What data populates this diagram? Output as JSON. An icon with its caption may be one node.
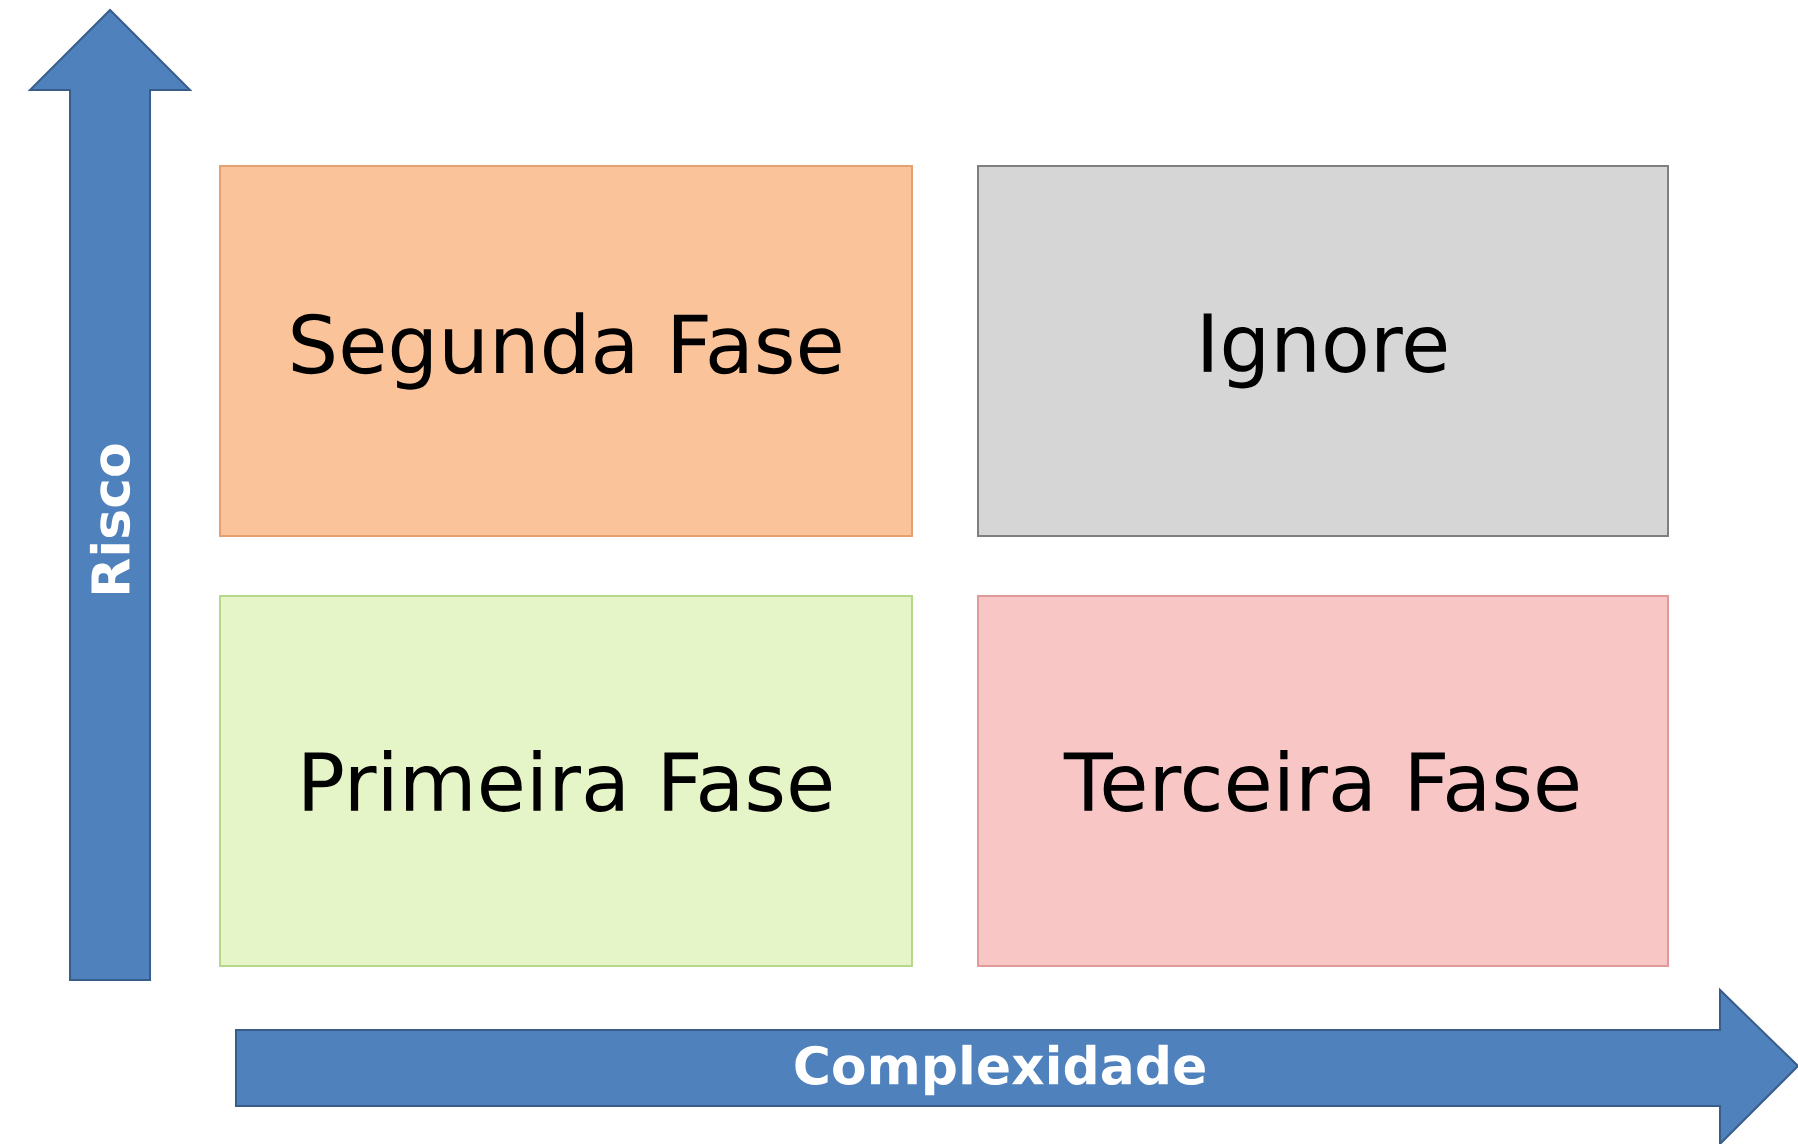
{
  "diagram": {
    "nodes": [
      {
        "text": [
          "Risco"
        ]
      },
      {
        "text": [
          "Segunda Fase"
        ]
      },
      {
        "text": [
          "Ignore"
        ]
      },
      {
        "text": [
          "Primeira Fase"
        ]
      },
      {
        "text": [
          "Terceira Fase"
        ]
      },
      {
        "text": [
          "Complexidade"
        ]
      }
    ]
  }
}
